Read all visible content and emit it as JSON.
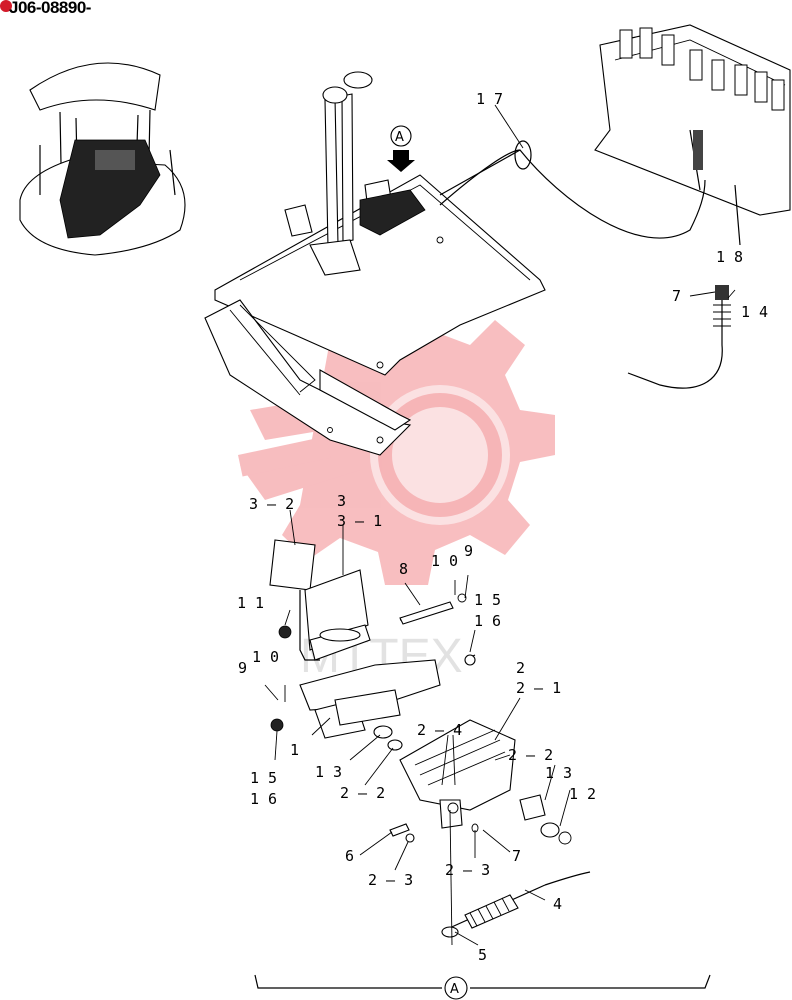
{
  "drawing": {
    "code": "J06-08890-",
    "view_marker": "A",
    "callouts": [
      {
        "id": "c17",
        "text": "1 7"
      },
      {
        "id": "c18",
        "text": "1 8"
      },
      {
        "id": "c7a",
        "text": "7"
      },
      {
        "id": "c14",
        "text": "1 4"
      },
      {
        "id": "c32",
        "text": "3 – 2"
      },
      {
        "id": "c3",
        "text": "3"
      },
      {
        "id": "c31",
        "text": "3 – 1"
      },
      {
        "id": "c8",
        "text": "8"
      },
      {
        "id": "c10a",
        "text": "1 0"
      },
      {
        "id": "c9a",
        "text": "9"
      },
      {
        "id": "c15a",
        "text": "1 5"
      },
      {
        "id": "c16a",
        "text": "1 6"
      },
      {
        "id": "c11",
        "text": "1 1"
      },
      {
        "id": "c9b",
        "text": "9"
      },
      {
        "id": "c10b",
        "text": "1 0"
      },
      {
        "id": "c2",
        "text": "2"
      },
      {
        "id": "c21",
        "text": "2 – 1"
      },
      {
        "id": "c24",
        "text": "2 – 4"
      },
      {
        "id": "c22a",
        "text": "2 – 2"
      },
      {
        "id": "c1",
        "text": "1"
      },
      {
        "id": "c13a",
        "text": "1 3"
      },
      {
        "id": "c22b",
        "text": "2 – 2"
      },
      {
        "id": "c15b",
        "text": "1 5"
      },
      {
        "id": "c16b",
        "text": "1 6"
      },
      {
        "id": "c13b",
        "text": "1 3"
      },
      {
        "id": "c12",
        "text": "1 2"
      },
      {
        "id": "c6",
        "text": "6"
      },
      {
        "id": "c23a",
        "text": "2 – 3"
      },
      {
        "id": "c23b",
        "text": "2 – 3"
      },
      {
        "id": "c7b",
        "text": "7"
      },
      {
        "id": "c4",
        "text": "4"
      },
      {
        "id": "c5",
        "text": "5"
      }
    ]
  },
  "colors": {
    "watermark": "#e8343c",
    "accent_dot": "#d31a2a",
    "line": "#000000"
  }
}
